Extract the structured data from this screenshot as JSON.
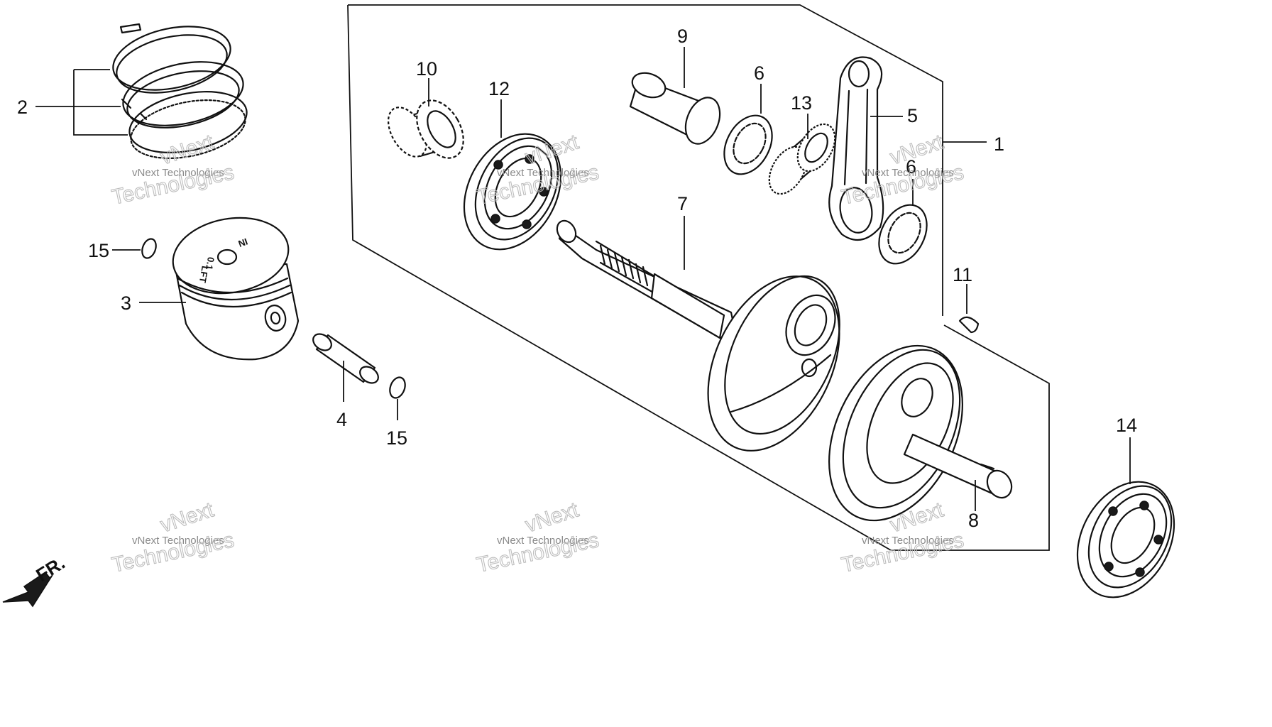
{
  "callouts": {
    "c1": "1",
    "c2": "2",
    "c3": "3",
    "c4": "4",
    "c5": "5",
    "c6a": "6",
    "c6b": "6",
    "c7": "7",
    "c8": "8",
    "c9": "9",
    "c10": "10",
    "c11": "11",
    "c12": "12",
    "c13": "13",
    "c14": "14",
    "c15a": "15",
    "c15b": "15"
  },
  "direction": {
    "label": "FR."
  },
  "piston_marks": {
    "in": "IN",
    "lft": "LFT",
    "number": "0.1"
  },
  "watermark": {
    "brand_small": "vNext Technologies",
    "brand_top": "vNext",
    "brand_bottom": "Technologies"
  },
  "colors": {
    "ink": "#111111",
    "watermark": "#bdbdbd",
    "background": "#ffffff"
  }
}
